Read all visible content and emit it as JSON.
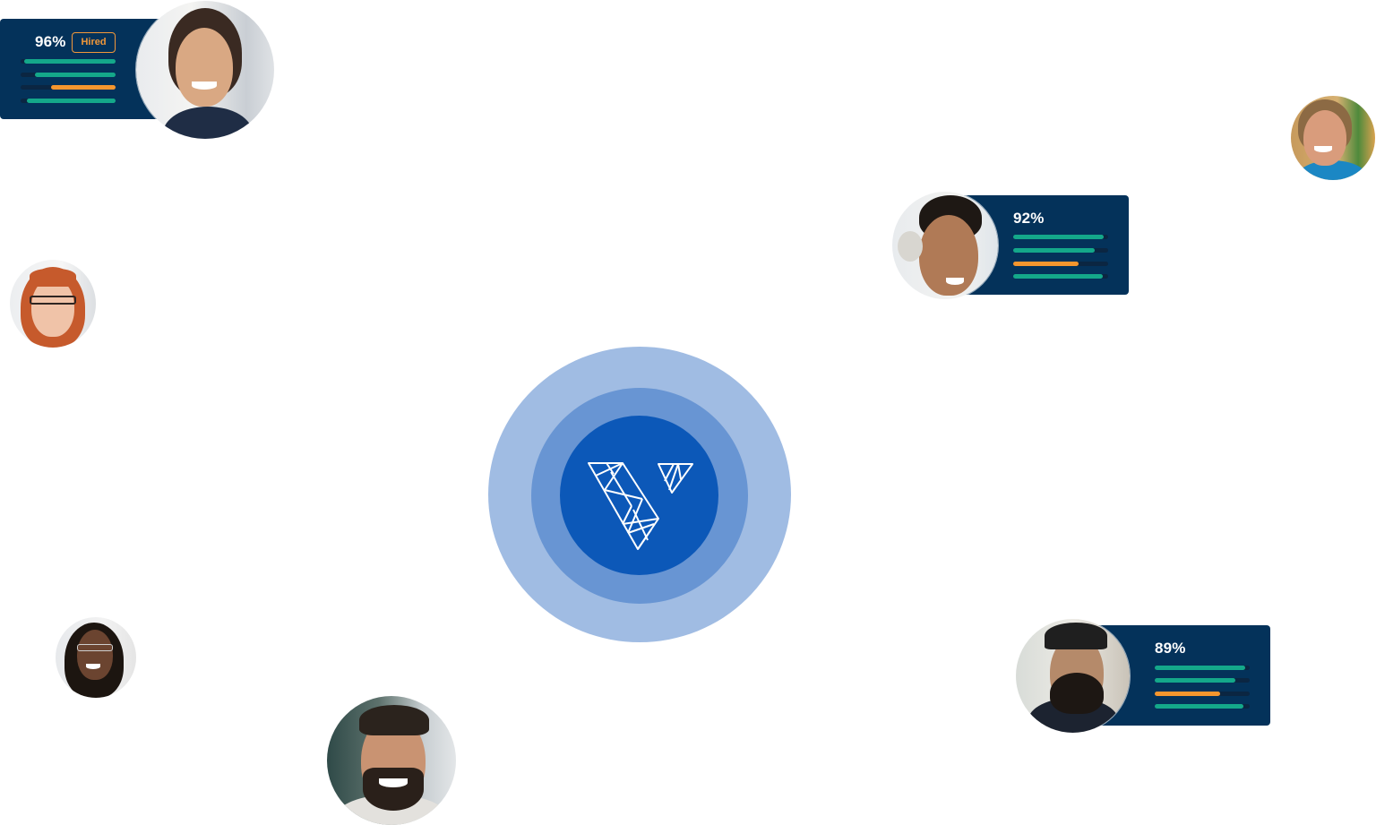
{
  "colors": {
    "card_bg": "#04325a",
    "bar_track": "#0b2642",
    "bar_green": "#14a88a",
    "bar_orange": "#f5962e",
    "hired_badge": "#f2983a",
    "ring_outer": "#a0bce3",
    "ring_middle": "#6895d3",
    "ring_inner": "#0c58b8"
  },
  "cards": [
    {
      "score": "96%",
      "badge": "Hired",
      "bars": [
        {
          "color": "green",
          "fill_pct": 96
        },
        {
          "color": "green",
          "fill_pct": 85
        },
        {
          "color": "orange",
          "fill_pct": 68
        },
        {
          "color": "green",
          "fill_pct": 93
        }
      ]
    },
    {
      "score": "92%",
      "bars": [
        {
          "color": "green",
          "fill_pct": 95
        },
        {
          "color": "green",
          "fill_pct": 86
        },
        {
          "color": "orange",
          "fill_pct": 69
        },
        {
          "color": "green",
          "fill_pct": 94
        }
      ]
    },
    {
      "score": "89%",
      "bars": [
        {
          "color": "green",
          "fill_pct": 95
        },
        {
          "color": "green",
          "fill_pct": 85
        },
        {
          "color": "orange",
          "fill_pct": 69
        },
        {
          "color": "green",
          "fill_pct": 93
        }
      ]
    }
  ],
  "logo": {
    "icon": "v-triangle-logo-icon"
  },
  "avatars": [
    {
      "name": "candidate-woman-dark-hair",
      "icon": "person-photo"
    },
    {
      "name": "candidate-man-headphones",
      "icon": "person-photo"
    },
    {
      "name": "candidate-man-beard-cap",
      "icon": "person-photo"
    },
    {
      "name": "candidate-woman-blonde",
      "icon": "person-photo"
    },
    {
      "name": "candidate-woman-red-hair-glasses",
      "icon": "person-photo"
    },
    {
      "name": "candidate-woman-braids-glasses",
      "icon": "person-photo"
    },
    {
      "name": "candidate-man-beard-smiling",
      "icon": "person-photo"
    }
  ]
}
